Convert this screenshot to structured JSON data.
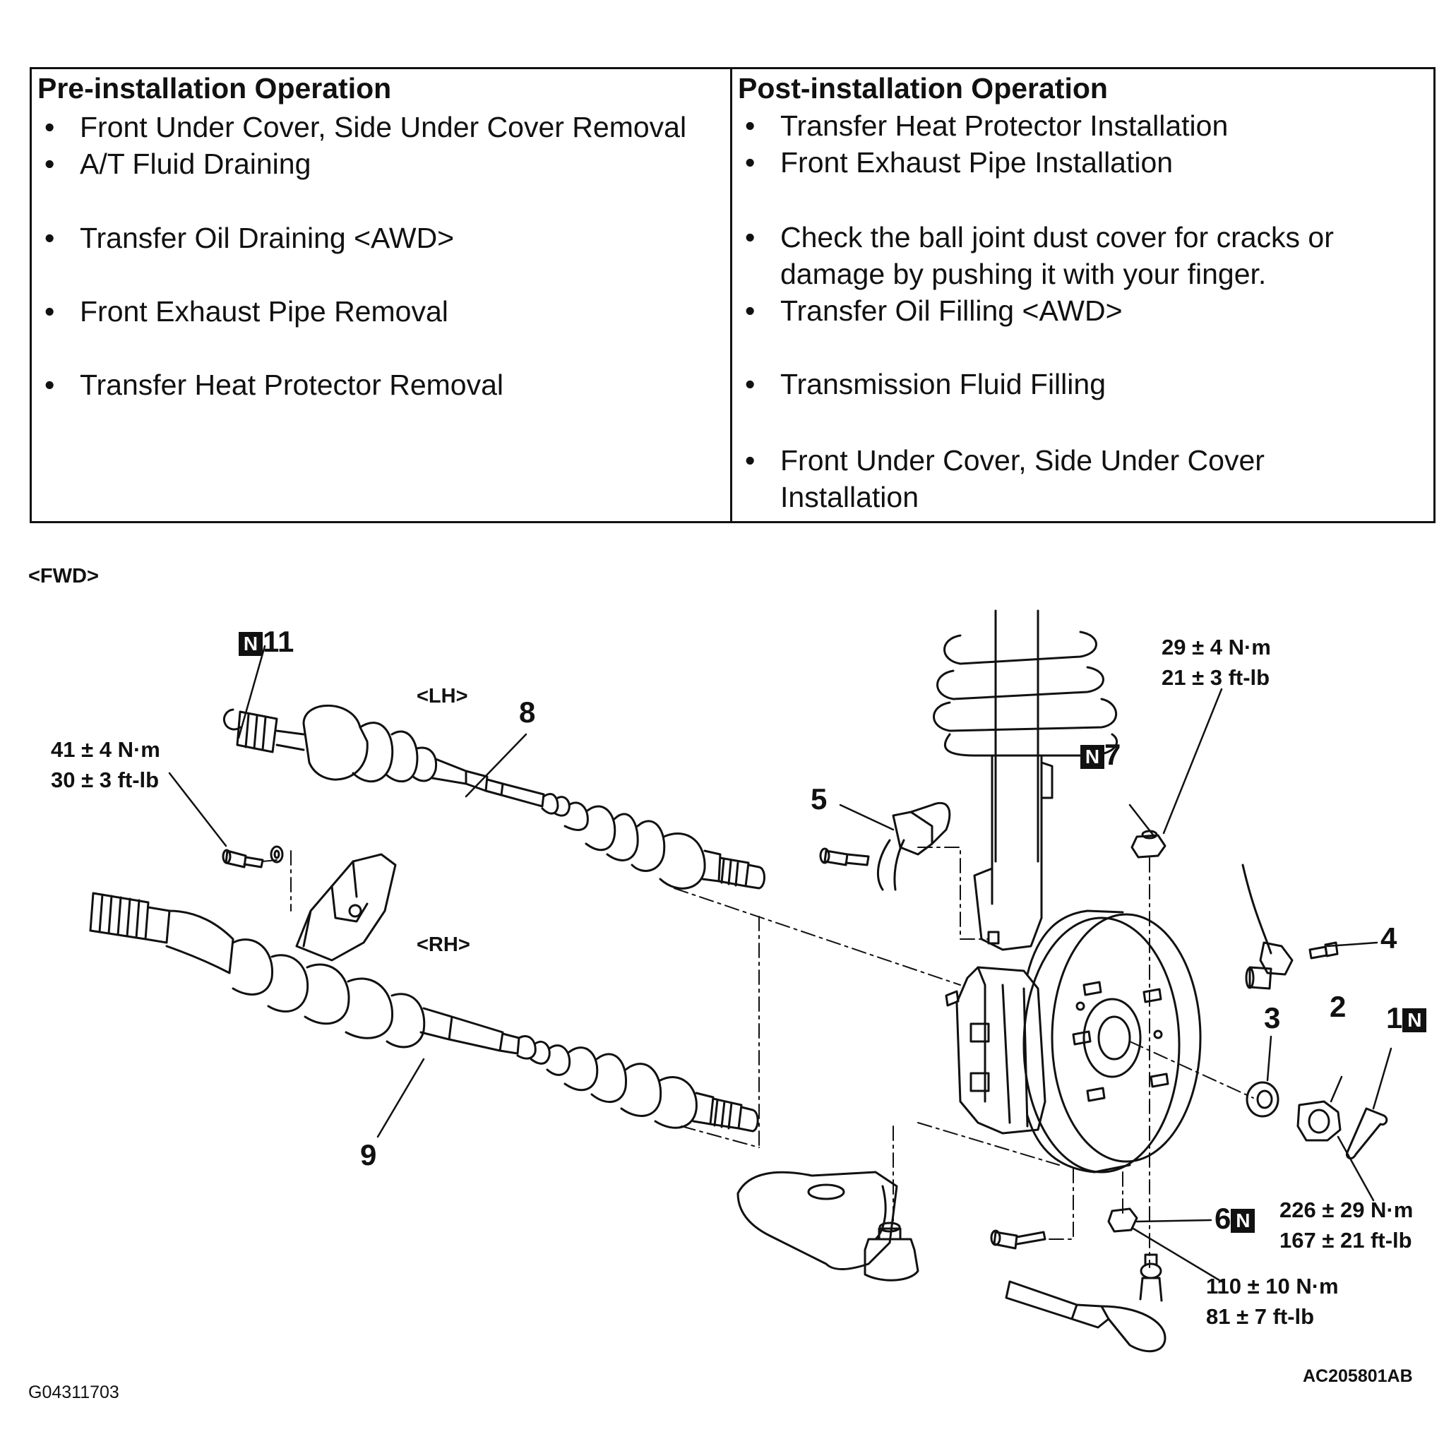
{
  "table": {
    "pre": {
      "title": "Pre-installation Operation",
      "items": [
        "Front Under Cover, Side Under Cover Removal",
        "A/T Fluid Draining",
        "Transfer Oil Draining <AWD>",
        "Front Exhaust Pipe Removal",
        "Transfer Heat Protector Removal"
      ]
    },
    "post": {
      "title": "Post-installation Operation",
      "items": [
        "Transfer Heat Protector Installation",
        "Front Exhaust Pipe Installation",
        "Check the ball joint dust cover for cracks or",
        "damage by pushing it with your finger.",
        "Transfer Oil Filling <AWD>",
        "Transmission Fluid Filling",
        "Front Under Cover, Side Under Cover",
        "Installation"
      ]
    },
    "bullet": "•"
  },
  "diagram": {
    "variant": "<FWD>",
    "side_lh": "<LH>",
    "side_rh": "<RH>",
    "new_part_mark": "N",
    "parts": {
      "p1": "1",
      "p2": "2",
      "p3": "3",
      "p4": "4",
      "p5": "5",
      "p6": "6",
      "p7": "7",
      "p8": "8",
      "p9": "9",
      "p11": "11"
    },
    "torques": {
      "t1": {
        "nm": "41 ± 4 N·m",
        "ftlb": "30 ± 3 ft-lb"
      },
      "t2": {
        "nm": "29 ± 4 N·m",
        "ftlb": "21 ± 3 ft-lb"
      },
      "t3": {
        "nm": "226 ± 29 N·m",
        "ftlb": "167 ± 21 ft-lb"
      },
      "t4": {
        "nm": "110 ± 10 N·m",
        "ftlb": "81 ± 7 ft-lb"
      }
    }
  },
  "footer": {
    "ref_left": "G04311703",
    "ref_right": "AC205801AB"
  }
}
